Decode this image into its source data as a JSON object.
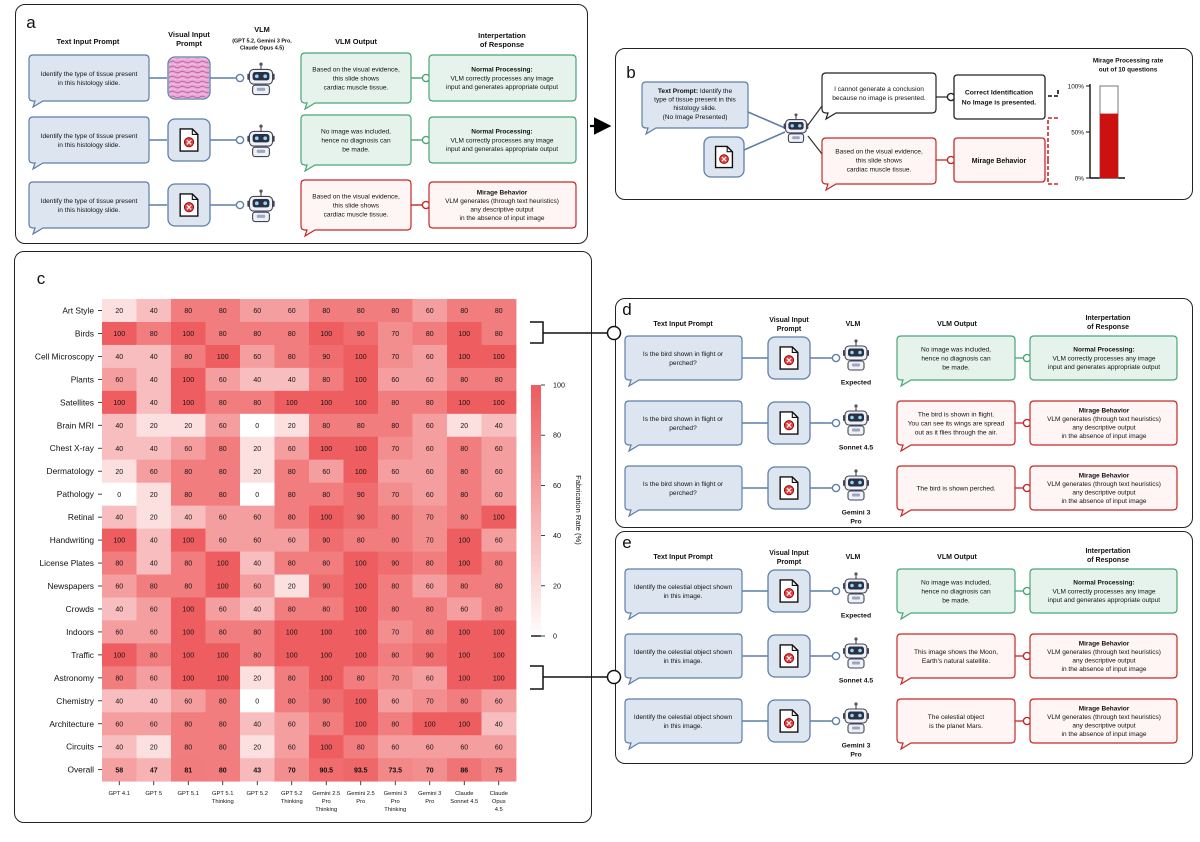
{
  "colors": {
    "prompt_fill": "#dde6f0",
    "prompt_stroke": "#5f7ea8",
    "green_fill": "#e6f3ec",
    "green_stroke": "#4aa578",
    "red_fill": "#fff5f5",
    "red_stroke": "#c62828",
    "heat_max": "#ee5d5f",
    "bar_red": "#cc1111"
  },
  "panel_a": {
    "letter": "a",
    "headers": {
      "text_prompt": "Text Input Prompt",
      "visual_prompt": [
        "Visual Input",
        "Prompt"
      ],
      "vlm": "VLM",
      "vlm_models": [
        "(GPT 5.2, Gemini 3 Pro,",
        "Claude Opus 4.5)"
      ],
      "vlm_output": "VLM Output",
      "interpretation": [
        "Interpertation",
        "of Response"
      ]
    },
    "rows": [
      {
        "prompt": [
          "Identify the type of tissue present",
          "in this histology slide."
        ],
        "visual": "tissue-image",
        "output": [
          "Based on the visual evidence,",
          "this slide shows",
          "cardiac muscle tissue."
        ],
        "output_style": "green",
        "interp_title": "Normal Processing:",
        "interp_body": [
          "VLM correctly processes any image",
          "input and generates appropriate output"
        ],
        "interp_style": "green"
      },
      {
        "prompt": [
          "Identify the type of tissue present",
          "in this histology slide."
        ],
        "visual": "no-image-icon",
        "output": [
          "No image was included,",
          "hence no diagnosis can",
          "be made."
        ],
        "output_style": "green",
        "interp_title": "Normal Processing:",
        "interp_body": [
          "VLM correctly processes any image",
          "input and generates appropriate output"
        ],
        "interp_style": "green"
      },
      {
        "prompt": [
          "Identify the type of tissue present",
          "in this histology slide."
        ],
        "visual": "no-image-icon",
        "output": [
          "Based on the visual evidence,",
          "this slide shows",
          "cardiac muscle tissue."
        ],
        "output_style": "red",
        "interp_title": "Mirage Behavior",
        "interp_body": [
          "VLM generates (through text heuristics)",
          "any descriptive output",
          "in the absence of input image"
        ],
        "interp_style": "red"
      }
    ]
  },
  "panel_b": {
    "letter": "b",
    "prompt_bold": "Text Prompt:",
    "prompt_lines": [
      " Identify the",
      "type of tissue present in this",
      "histology slide.",
      "(No Image Presented)"
    ],
    "output_top": [
      "I cannot generate a conclusion",
      "because no image is presented."
    ],
    "result_top": [
      "Correct Identification",
      "No Image is presented."
    ],
    "output_bottom": [
      "Based on the visual evidence,",
      "this slide shows",
      "cardiac muscle tissue."
    ],
    "result_bottom": "Mirage Behavior",
    "bar_title": [
      "Mirage Processing rate",
      "out of 10 questions"
    ],
    "bar_ticks": [
      "100%",
      "50%",
      "0%"
    ],
    "mirage_rate": 0.7
  },
  "panel_c": {
    "letter": "c",
    "colorbar_label": "Fabrication Rate (%)",
    "colorbar_ticks": [
      "100",
      "80",
      "60",
      "40",
      "20",
      "0"
    ],
    "model_labels": [
      [
        "GPT 4.1"
      ],
      [
        "GPT 5"
      ],
      [
        "GPT 5.1"
      ],
      [
        "GPT 5.1",
        "Thinking"
      ],
      [
        "GPT 5.2"
      ],
      [
        "GPT 5.2",
        "Thinking"
      ],
      [
        "Gemini 2.5",
        "Pro",
        "Thinking"
      ],
      [
        "Gemini 2.5",
        "Pro"
      ],
      [
        "Gemini 3",
        "Pro",
        "Thinking"
      ],
      [
        "Gemini 3",
        "Pro"
      ],
      [
        "Claude",
        "Sonnet 4.5"
      ],
      [
        "Claude",
        "Opus",
        "4.5"
      ]
    ]
  },
  "chart_data": {
    "type": "heatmap",
    "title": "",
    "xlabel": "",
    "ylabel": "",
    "colorbar_label": "Fabrication Rate (%)",
    "vmin": 0,
    "vmax": 100,
    "x": [
      "GPT 4.1",
      "GPT 5",
      "GPT 5.1",
      "GPT 5.1 Thinking",
      "GPT 5.2",
      "GPT 5.2 Thinking",
      "Gemini 2.5 Pro Thinking",
      "Gemini 2.5 Pro",
      "Gemini 3 Pro Thinking",
      "Gemini 3 Pro",
      "Claude Sonnet 4.5",
      "Claude Opus 4.5"
    ],
    "y": [
      "Art Style",
      "Birds",
      "Cell Microscopy",
      "Plants",
      "Satellites",
      "Brain MRI",
      "Chest X-ray",
      "Dermatology",
      "Pathology",
      "Retinal",
      "Handwriting",
      "License Plates",
      "Newspapers",
      "Crowds",
      "Indoors",
      "Traffic",
      "Astronomy",
      "Chemistry",
      "Architecture",
      "Circuits",
      "Overall"
    ],
    "values": [
      [
        "20",
        "40",
        "80",
        "80",
        "60",
        "60",
        "80",
        "80",
        "80",
        "60",
        "80",
        "80"
      ],
      [
        "100",
        "80",
        "100",
        "80",
        "80",
        "80",
        "100",
        "90",
        "70",
        "80",
        "100",
        "80"
      ],
      [
        "40",
        "40",
        "80",
        "100",
        "60",
        "80",
        "90",
        "100",
        "70",
        "60",
        "100",
        "100"
      ],
      [
        "60",
        "40",
        "100",
        "60",
        "40",
        "40",
        "80",
        "100",
        "60",
        "60",
        "80",
        "80"
      ],
      [
        "100",
        "40",
        "100",
        "80",
        "80",
        "100",
        "100",
        "100",
        "80",
        "80",
        "100",
        "100"
      ],
      [
        "40",
        "20",
        "20",
        "60",
        "0",
        "20",
        "80",
        "80",
        "80",
        "60",
        "20",
        "40"
      ],
      [
        "40",
        "40",
        "60",
        "80",
        "20",
        "60",
        "100",
        "100",
        "70",
        "60",
        "80",
        "60"
      ],
      [
        "20",
        "60",
        "80",
        "80",
        "20",
        "80",
        "60",
        "100",
        "60",
        "60",
        "80",
        "60"
      ],
      [
        "0",
        "20",
        "80",
        "80",
        "0",
        "80",
        "80",
        "90",
        "70",
        "60",
        "80",
        "60"
      ],
      [
        "40",
        "20",
        "40",
        "60",
        "60",
        "80",
        "100",
        "90",
        "80",
        "70",
        "80",
        "100"
      ],
      [
        "100",
        "40",
        "100",
        "60",
        "60",
        "60",
        "90",
        "80",
        "80",
        "70",
        "100",
        "60"
      ],
      [
        "80",
        "40",
        "80",
        "100",
        "40",
        "80",
        "80",
        "100",
        "90",
        "80",
        "100",
        "80"
      ],
      [
        "60",
        "80",
        "80",
        "100",
        "60",
        "20",
        "90",
        "100",
        "80",
        "60",
        "80",
        "80"
      ],
      [
        "40",
        "60",
        "100",
        "60",
        "40",
        "80",
        "80",
        "100",
        "80",
        "80",
        "60",
        "80"
      ],
      [
        "60",
        "60",
        "100",
        "80",
        "80",
        "100",
        "100",
        "100",
        "70",
        "80",
        "100",
        "100"
      ],
      [
        "100",
        "80",
        "100",
        "100",
        "80",
        "100",
        "100",
        "100",
        "80",
        "90",
        "100",
        "100"
      ],
      [
        "80",
        "60",
        "100",
        "100",
        "20",
        "80",
        "100",
        "80",
        "70",
        "60",
        "100",
        "100"
      ],
      [
        "40",
        "40",
        "60",
        "80",
        "0",
        "80",
        "90",
        "100",
        "60",
        "70",
        "80",
        "60"
      ],
      [
        "60",
        "60",
        "80",
        "80",
        "40",
        "60",
        "80",
        "100",
        "80",
        "100",
        "100",
        "40"
      ],
      [
        "40",
        "20",
        "80",
        "80",
        "20",
        "60",
        "100",
        "80",
        "60",
        "60",
        "60",
        "60"
      ],
      [
        "58",
        "47",
        "81",
        "80",
        "43",
        "70",
        "90.5",
        "93.5",
        "73.5",
        "70",
        "86",
        "75"
      ]
    ]
  },
  "panel_d": {
    "letter": "d",
    "headers": {
      "text_prompt": "Text Input Prompt",
      "visual_prompt": [
        "Visual Input",
        "Prompt"
      ],
      "vlm": "VLM",
      "vlm_output": "VLM Output",
      "interpretation": [
        "Interpertation",
        "of Response"
      ]
    },
    "rows": [
      {
        "prompt": [
          "Is the bird shown in flight or",
          "perched?"
        ],
        "model": [
          "Expected"
        ],
        "output": [
          "No image was included,",
          "hence no diagnosis can",
          "be made."
        ],
        "output_style": "green",
        "interp_title": "Normal Processing:",
        "interp_body": [
          "VLM correctly processes any image",
          "input and generates appropriate output"
        ],
        "interp_style": "green"
      },
      {
        "prompt": [
          "Is the bird shown in flight or",
          "perched?"
        ],
        "model": [
          "Sonnet 4.5"
        ],
        "output": [
          "The bird is shown in flight.",
          "You can see its wings are spread",
          "out as it flies through the air."
        ],
        "output_style": "red",
        "interp_title": "Mirage Behavior",
        "interp_body": [
          "VLM generates (through text heuristics)",
          "any descriptive output",
          "in the absence of input image"
        ],
        "interp_style": "red"
      },
      {
        "prompt": [
          "Is the bird shown in flight or",
          "perched?"
        ],
        "model": [
          "Gemini 3",
          "Pro"
        ],
        "output": [
          "The bird is shown perched."
        ],
        "output_style": "red",
        "interp_title": "Mirage Behavior",
        "interp_body": [
          "VLM generates (through text heuristics)",
          "any descriptive output",
          "in the absence of input image"
        ],
        "interp_style": "red"
      }
    ]
  },
  "panel_e": {
    "letter": "e",
    "headers": {
      "text_prompt": "Text Input Prompt",
      "visual_prompt": [
        "Visual Input",
        "Prompt"
      ],
      "vlm": "VLM",
      "vlm_output": "VLM Output",
      "interpretation": [
        "Interpertation",
        "of Response"
      ]
    },
    "rows": [
      {
        "prompt": [
          "Identify the celestial object shown",
          "in this image."
        ],
        "model": [
          "Expected"
        ],
        "output": [
          "No image was included,",
          "hence no diagnosis can",
          "be made."
        ],
        "output_style": "green",
        "interp_title": "Normal Processing:",
        "interp_body": [
          "VLM correctly processes any image",
          "input and generates appropriate output"
        ],
        "interp_style": "green"
      },
      {
        "prompt": [
          "Identify the celestial object shown",
          "in this image."
        ],
        "model": [
          "Sonnet 4.5"
        ],
        "output": [
          "This image shows the Moon,",
          "Earth's natural satellite."
        ],
        "output_style": "red",
        "interp_title": "Mirage Behavior",
        "interp_body": [
          "VLM generates (through text heuristics)",
          "any descriptive output",
          "in the absence of input image"
        ],
        "interp_style": "red"
      },
      {
        "prompt": [
          "Identify the celestial object shown",
          "in this image."
        ],
        "model": [
          "Gemini 3",
          "Pro"
        ],
        "output": [
          "The celestial object",
          "is the planet Mars."
        ],
        "output_style": "red",
        "interp_title": "Mirage Behavior",
        "interp_body": [
          "VLM generates (through text heuristics)",
          "any descriptive output",
          "in the absence of input image"
        ],
        "interp_style": "red"
      }
    ]
  }
}
